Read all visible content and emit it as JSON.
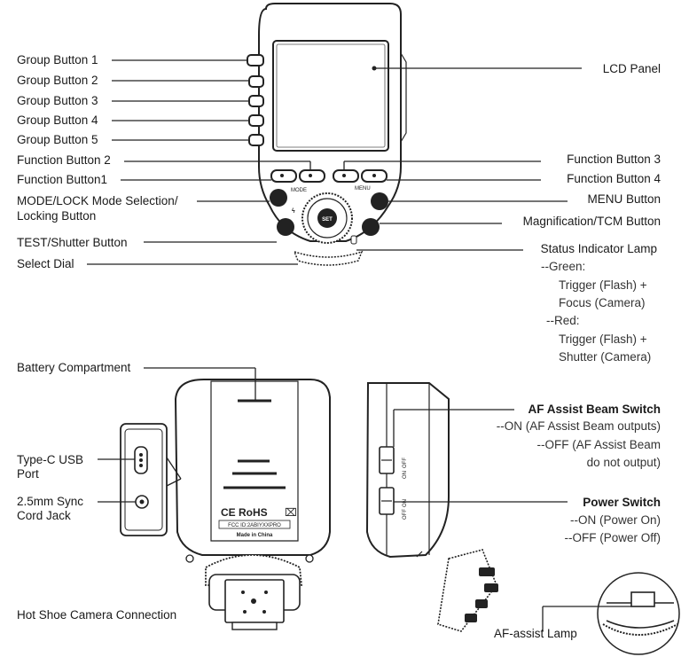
{
  "labels": {
    "group_button_1": "Group Button 1",
    "group_button_2": "Group Button 2",
    "group_button_3": "Group Button 3",
    "group_button_4": "Group Button 4",
    "group_button_5": "Group Button 5",
    "function_button_2": "Function Button 2",
    "function_button_1": "Function Button1",
    "mode_lock_line1": "MODE/LOCK Mode Selection/",
    "mode_lock_line2": "Locking Button",
    "test_shutter": "TEST/Shutter Button",
    "select_dial": "Select Dial",
    "lcd_panel": "LCD Panel",
    "function_button_3": "Function Button 3",
    "function_button_4": "Function Button 4",
    "menu_button": "MENU Button",
    "magnification_tcm": "Magnification/TCM Button",
    "status_indicator": "Status Indicator Lamp",
    "status_green": "--Green:",
    "status_green_1": "Trigger (Flash) +",
    "status_green_2": "Focus (Camera)",
    "status_red": "--Red:",
    "status_red_1": "Trigger (Flash) +",
    "status_red_2": "Shutter (Camera)",
    "battery_compartment": "Battery Compartment",
    "type_c_line1": "Type-C USB",
    "type_c_line2": "Port",
    "sync_line1": "2.5mm Sync",
    "sync_line2": "Cord Jack",
    "hot_shoe": "Hot Shoe Camera Connection",
    "af_assist_switch": "AF Assist Beam Switch",
    "af_on": "--ON (AF Assist Beam outputs)",
    "af_off_1": "--OFF (AF Assist Beam",
    "af_off_2": "do not output)",
    "power_switch": "Power Switch",
    "power_on": "--ON  (Power On)",
    "power_off": "--OFF (Power Off)",
    "af_assist_lamp": "AF-assist Lamp"
  },
  "device_marks": {
    "mode": "MODE",
    "menu": "MENU",
    "set": "SET",
    "ce_rohs": "CE RoHS",
    "fcc": "FCC ID:2ABIYXXPRO",
    "made_in": "Made in China",
    "switch_on": "ON",
    "switch_off": "OFF"
  }
}
